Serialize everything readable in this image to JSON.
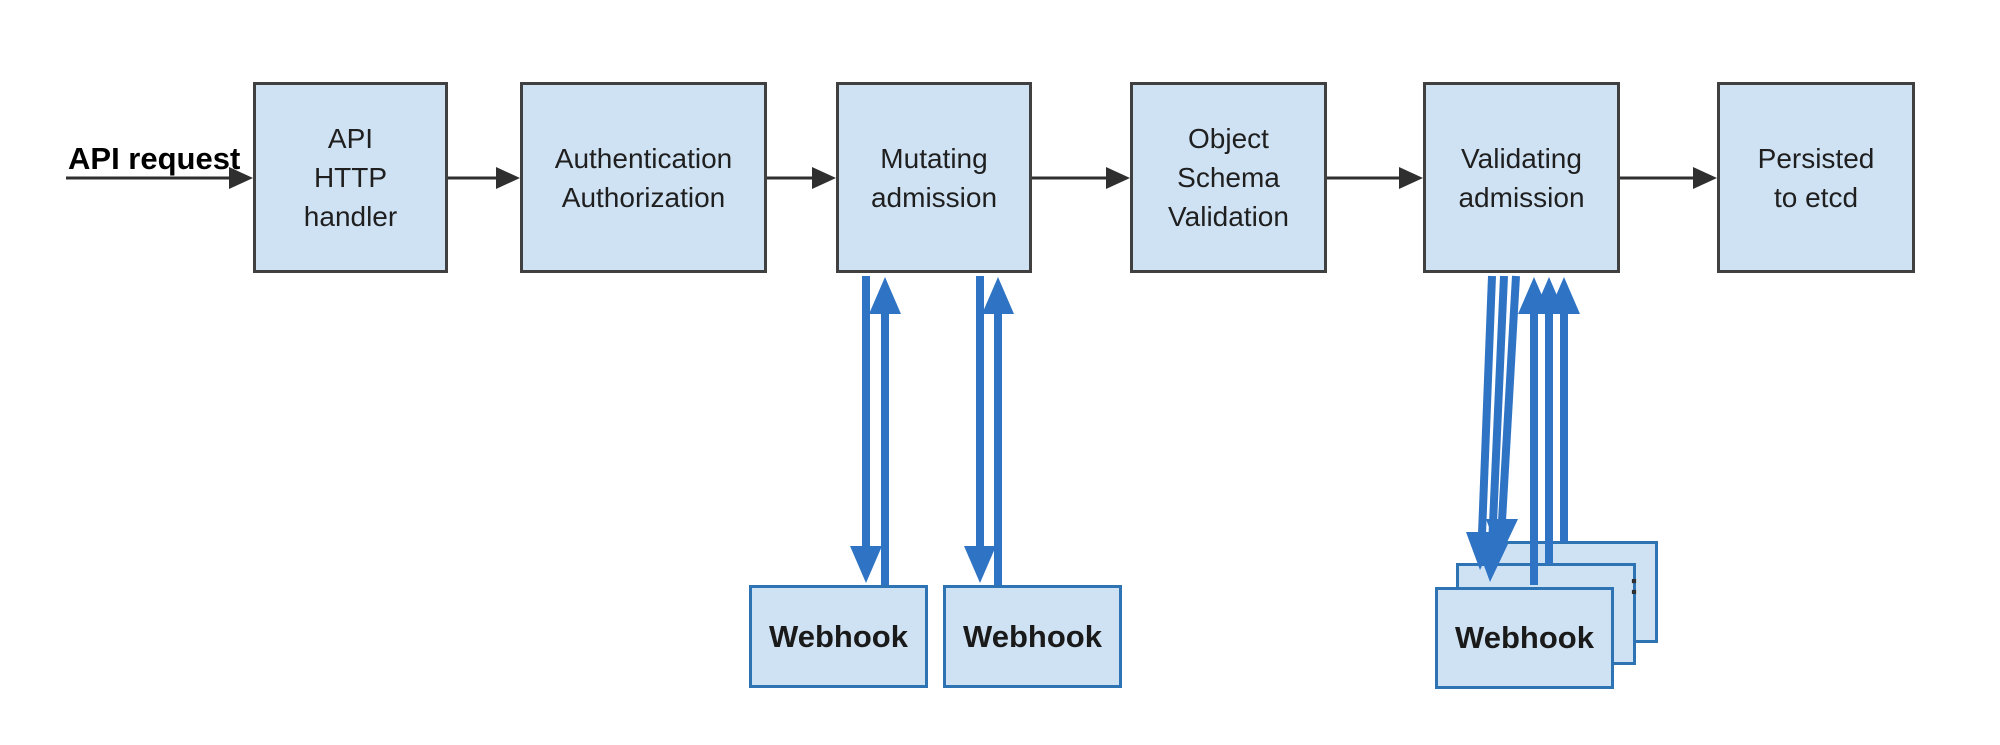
{
  "diagram": {
    "request_label": "API request",
    "nodes": [
      {
        "id": "api-http-handler",
        "label": "API\nHTTP\nhandler"
      },
      {
        "id": "authentication-authorization",
        "label": "Authentication\nAuthorization"
      },
      {
        "id": "mutating-admission",
        "label": "Mutating\nadmission"
      },
      {
        "id": "object-schema-validation",
        "label": "Object\nSchema\nValidation"
      },
      {
        "id": "validating-admission",
        "label": "Validating\nadmission"
      },
      {
        "id": "persisted-to-etcd",
        "label": "Persisted\nto etcd"
      }
    ],
    "mutating_webhooks": [
      {
        "label": "Webhook"
      },
      {
        "label": "Webhook"
      }
    ],
    "validating_webhooks": [
      {
        "label": "Webhook"
      }
    ],
    "more_webhooks_indicator": ":",
    "colors": {
      "node_fill": "#cfe2f3",
      "node_border": "#404040",
      "webhook_border": "#2e74b5",
      "flow_arrow": "#2f2f2f",
      "webhook_arrow": "#2e73c4",
      "text": "#1f1f1f"
    }
  }
}
